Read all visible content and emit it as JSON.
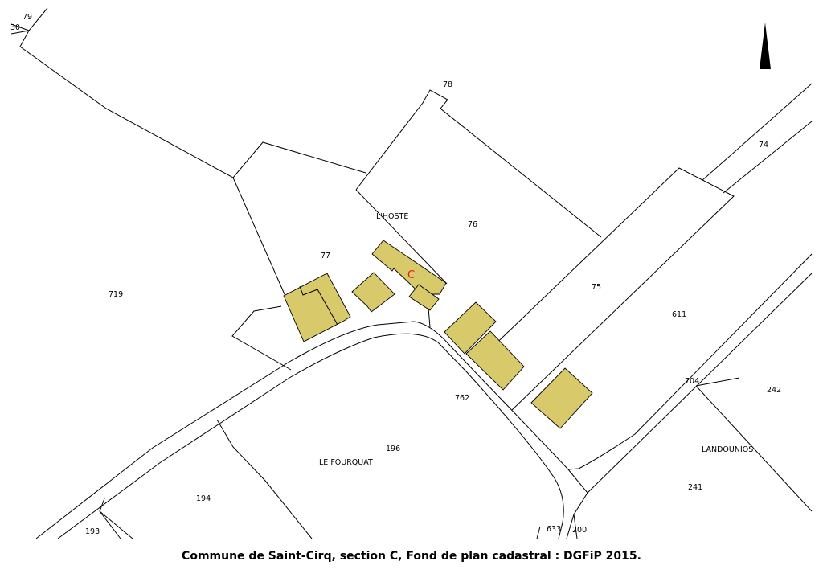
{
  "map": {
    "labels": {
      "p79": "79",
      "p30": "30",
      "p78": "78",
      "p74": "74",
      "lhoste": "L'HOSTE",
      "p76": "76",
      "p77": "77",
      "p719": "719",
      "p75": "75",
      "p611": "611",
      "p704": "704",
      "p242": "242",
      "p762": "762",
      "p196": "196",
      "le_fourquat": "LE FOURQUAT",
      "p194": "194",
      "p193": "193",
      "landounios": "LANDOUNIOS",
      "p241": "241",
      "p633": "633",
      "p200": "200"
    },
    "section_letter": "C",
    "north_arrow_icon": "north-arrow-icon",
    "colors": {
      "building_fill": "#d8c96a",
      "line": "#000000",
      "section_letter": "#e01a1a"
    }
  },
  "caption": "Commune de Saint-Cirq, section C, Fond de plan cadastral : DGFiP 2015."
}
